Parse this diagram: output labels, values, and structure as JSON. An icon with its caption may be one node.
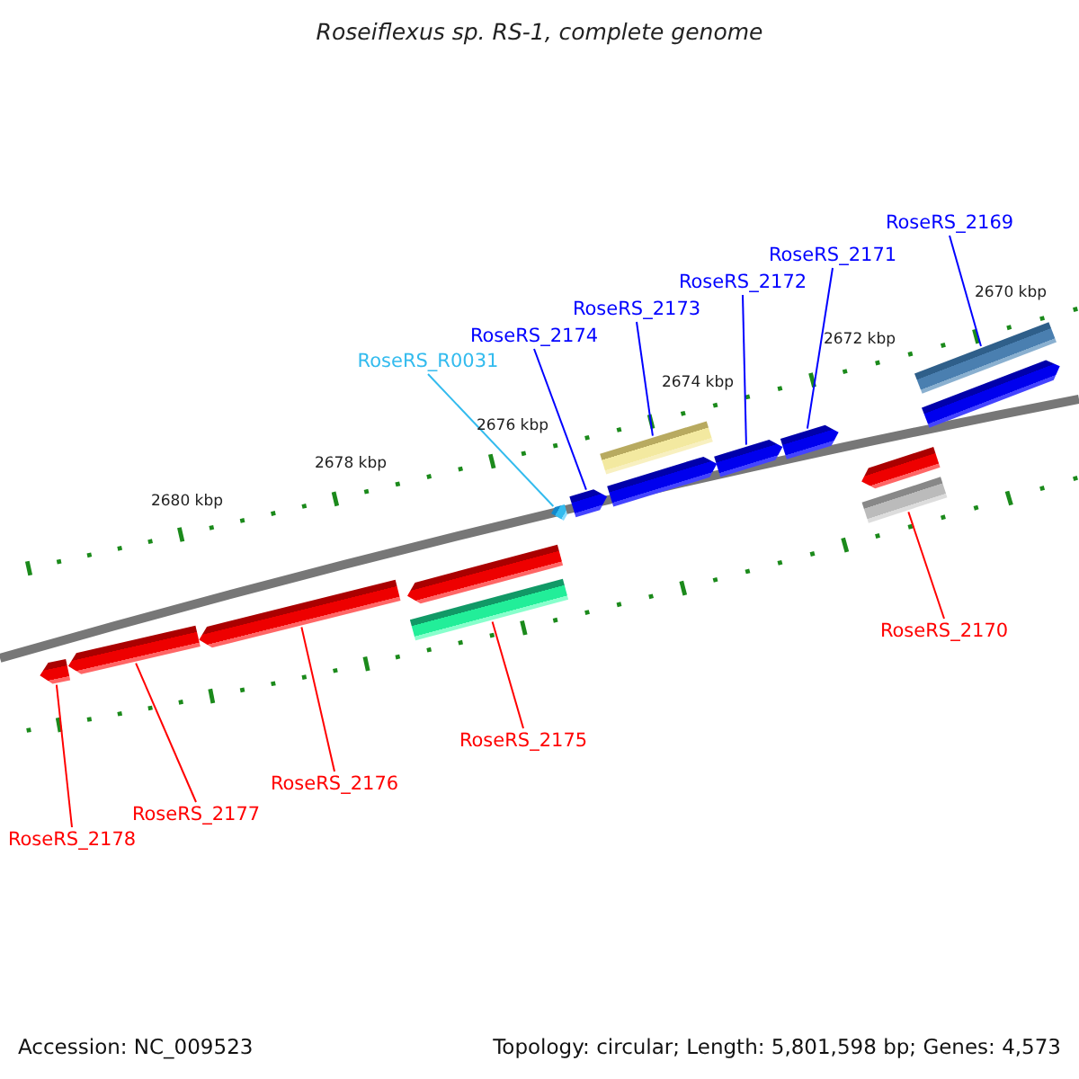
{
  "diagram": {
    "title": "Roseiflexus sp. RS-1, complete genome",
    "nodes": [
      {
        "text": [
          "RoseRS_2169"
        ]
      },
      {
        "text": [
          "RoseRS_2171"
        ]
      },
      {
        "text": [
          "RoseRS_2172"
        ]
      },
      {
        "text": [
          "RoseRS_2173"
        ]
      },
      {
        "text": [
          "RoseRS_2174"
        ]
      },
      {
        "text": [
          "RoseRS_R0031"
        ]
      },
      {
        "text": [
          "RoseRS_2170"
        ]
      },
      {
        "text": [
          "RoseRS_2175"
        ]
      },
      {
        "text": [
          "RoseRS_2176"
        ]
      },
      {
        "text": [
          "RoseRS_2177"
        ]
      },
      {
        "text": [
          "RoseRS_2178"
        ]
      },
      {
        "text": [],
        "shape": "arrow"
      },
      {
        "text": [],
        "shape": "bar"
      },
      {
        "text": [],
        "shape": "arrow"
      },
      {
        "text": [],
        "shape": "arrow"
      },
      {
        "text": [],
        "shape": "arrow"
      },
      {
        "text": [],
        "shape": "bar"
      },
      {
        "text": [],
        "shape": "arrow"
      },
      {
        "text": [],
        "shape": "arrow"
      },
      {
        "text": [],
        "shape": "arrow"
      },
      {
        "text": [],
        "shape": "bar"
      },
      {
        "text": [],
        "shape": "arrow"
      },
      {
        "text": [],
        "shape": "bar"
      },
      {
        "text": [],
        "shape": "arrow"
      },
      {
        "text": [],
        "shape": "arrow"
      },
      {
        "text": [],
        "shape": "arrow"
      }
    ],
    "edges": [
      {
        "from": 0,
        "to": 12,
        "arrow": "none",
        "color": "#0000ff"
      },
      {
        "from": 1,
        "to": 13,
        "arrow": "none",
        "color": "#0000ff"
      },
      {
        "from": 2,
        "to": 14,
        "arrow": "none",
        "color": "#0000ff"
      },
      {
        "from": 3,
        "to": 16,
        "arrow": "none",
        "color": "#0000ff"
      },
      {
        "from": 4,
        "to": 17,
        "arrow": "none",
        "color": "#0000ff"
      },
      {
        "from": 5,
        "to": 18,
        "arrow": "none",
        "color": "#33bbee"
      },
      {
        "from": 6,
        "to": 20,
        "arrow": "none",
        "color": "#ff0000"
      },
      {
        "from": 7,
        "to": 22,
        "arrow": "none",
        "color": "#ff0000"
      },
      {
        "from": 8,
        "to": 23,
        "arrow": "none",
        "color": "#ff0000"
      },
      {
        "from": 9,
        "to": 24,
        "arrow": "none",
        "color": "#ff0000"
      },
      {
        "from": 10,
        "to": 25,
        "arrow": "none",
        "color": "#ff0000"
      }
    ],
    "labels": [
      "2670 kbp",
      "2672 kbp",
      "2674 kbp",
      "2676 kbp",
      "2678 kbp",
      "2680 kbp",
      "Accession: NC_009523",
      "Topology: circular; Length: 5,801,598 bp; Genes: 4,573"
    ]
  }
}
